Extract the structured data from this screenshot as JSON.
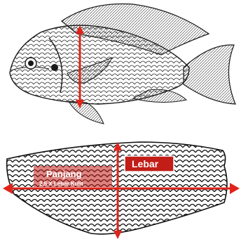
{
  "colors": {
    "arrow": "#e0241b",
    "ink": "#1a1a1a",
    "label_text": "#ffffff",
    "lebar_box": "#c21d17"
  },
  "fish": {
    "icon": "tilapia-fish-illustration"
  },
  "fillet": {
    "icon": "fish-fillet-illustration",
    "panjang_label": "Panjang",
    "panjang_note": "2,5 X Lebar Kulit",
    "lebar_label": "Lebar"
  }
}
